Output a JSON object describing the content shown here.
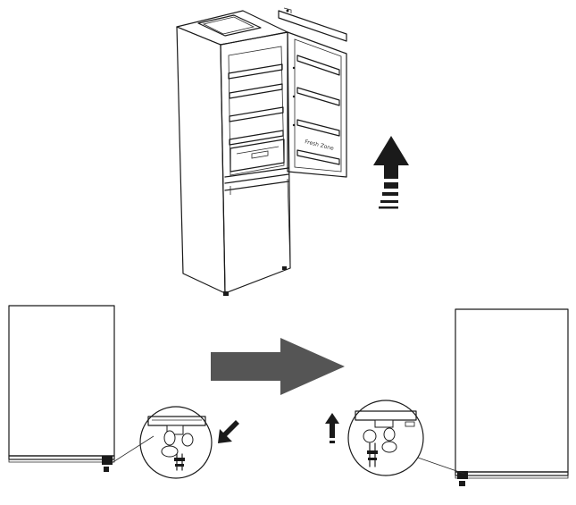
{
  "figure": {
    "door_label": "Fresh Zone"
  },
  "colors": {
    "arrow_fill": "#3a3a3a",
    "big_arrow_fill": "#555555",
    "line": "#1a1a1a",
    "background": "#ffffff"
  },
  "icons": [
    "fridge-open-door-illustration",
    "lift-door-up-arrow",
    "fridge-front-left",
    "hinge-detail-remove",
    "right-arrow",
    "hinge-detail-install",
    "fridge-front-right"
  ]
}
